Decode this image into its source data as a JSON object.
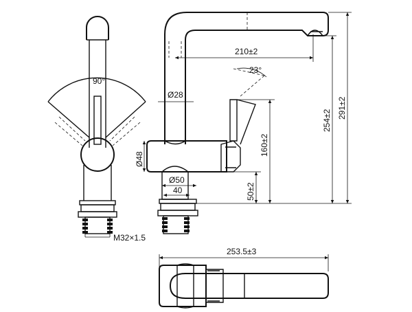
{
  "dimensions": {
    "angle_swivel": "90°",
    "angle_lever": "23°",
    "spout_reach": "210±2",
    "spout_diameter": "Ø28",
    "body_diameter": "Ø48",
    "lever_height": "160±2",
    "total_height": "291±2",
    "spout_height": "254±2",
    "base_diameter": "Ø50",
    "base_width": "40",
    "body_height": "50±2",
    "thread": "M32×1.5",
    "total_length": "253.5±3"
  },
  "colors": {
    "line": "#111111",
    "background": "#ffffff"
  }
}
